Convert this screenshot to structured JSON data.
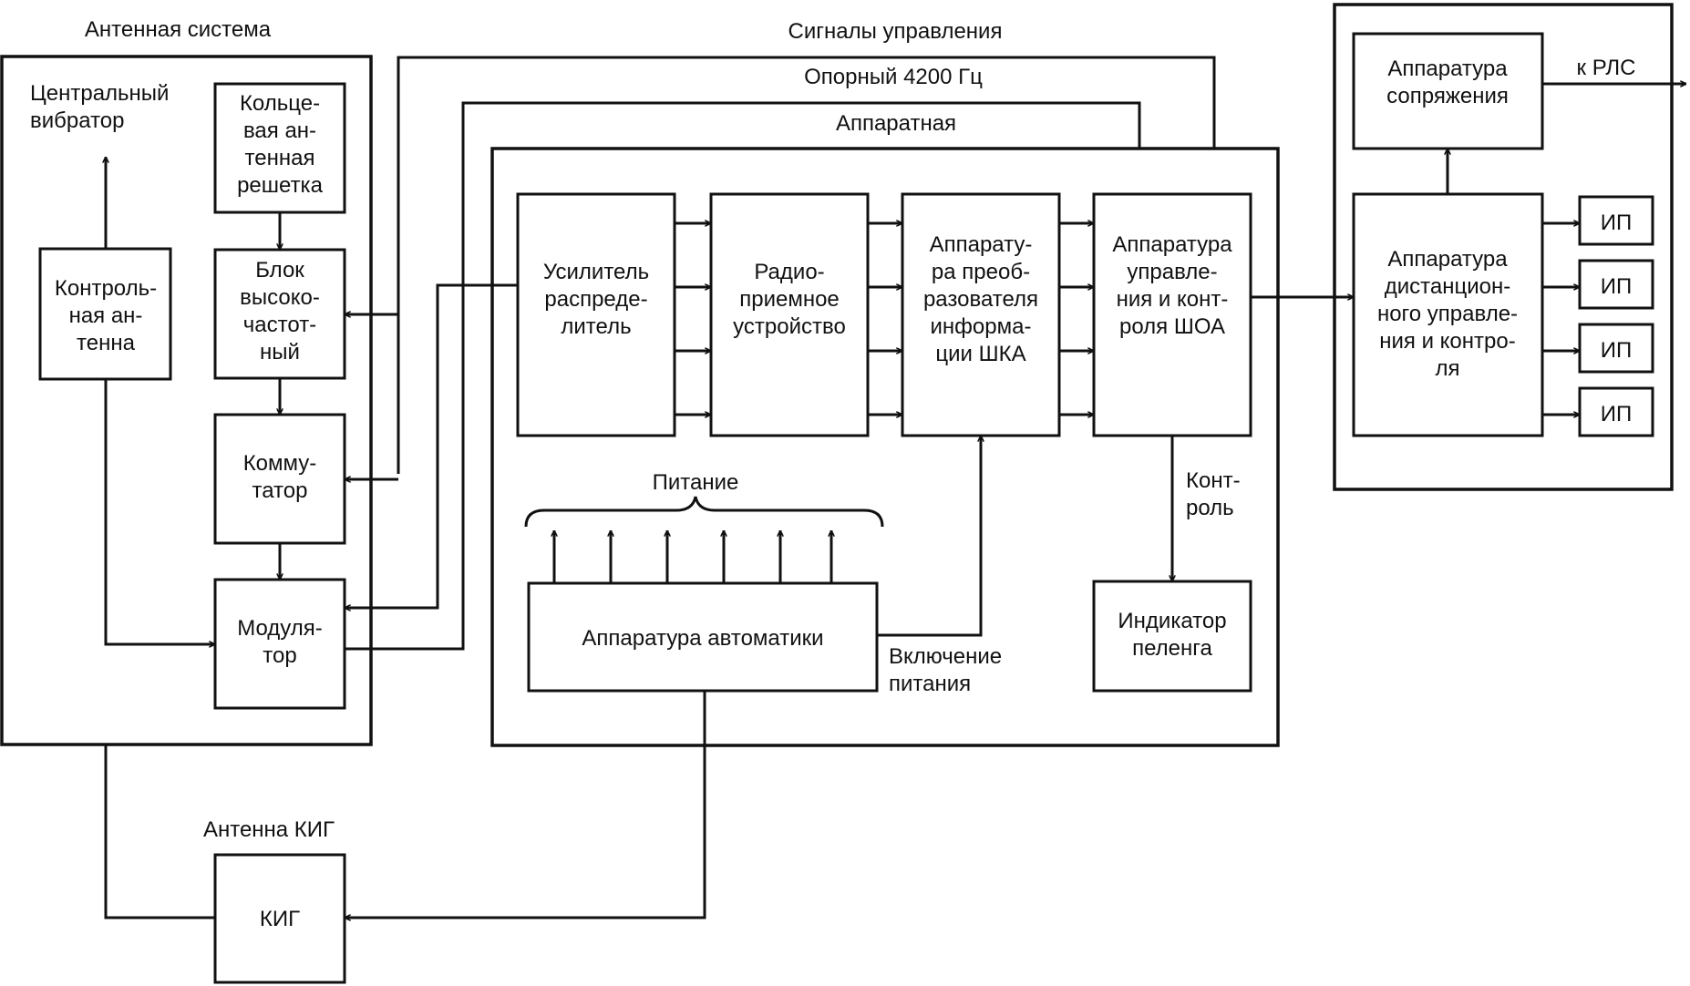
{
  "frames": {
    "antenna_system": "Антенная система",
    "hardware_room": "Аппаратная",
    "kig_antenna": "Антенна КИГ"
  },
  "signals": {
    "control_signals": "Сигналы управления",
    "reference": "Опорный 4200 Гц",
    "power": "Питание",
    "power_on": [
      "Включение",
      "питания"
    ],
    "control": [
      "Конт-",
      "роль"
    ],
    "to_radar": "к РЛС"
  },
  "blocks": {
    "central_vibrator": [
      "Центральный",
      "вибратор"
    ],
    "ring_array": [
      "Кольце-",
      "вая ан-",
      "тенная",
      "решетка"
    ],
    "control_antenna": [
      "Контроль-",
      "ная ан-",
      "тенна"
    ],
    "hf_block": [
      "Блок",
      "высоко-",
      "частот-",
      "ный"
    ],
    "commutator": [
      "Комму-",
      "татор"
    ],
    "modulator": [
      "Модуля-",
      "тор"
    ],
    "amplifier": [
      "Усилитель",
      "распреде-",
      "литель"
    ],
    "receiver": [
      "Радио-",
      "приемное",
      "устройство"
    ],
    "converter": [
      "Аппарату-",
      "ра преоб-",
      "разователя",
      "информа-",
      "ции ШКА"
    ],
    "control_apparatus": [
      "Аппаратура",
      "управле-",
      "ния и конт-",
      "роля ШОА"
    ],
    "automation": "Аппаратура автоматики",
    "bearing_indicator": [
      "Индикатор",
      "пеленга"
    ],
    "interface": [
      "Аппаратура",
      "сопряжения"
    ],
    "remote_control": [
      "Аппаратура",
      "дистанцион-",
      "ного управле-",
      "ния и контро-",
      "ля"
    ],
    "ip_units": [
      "ИП",
      "ИП",
      "ИП",
      "ИП"
    ],
    "kig": "КИГ"
  }
}
